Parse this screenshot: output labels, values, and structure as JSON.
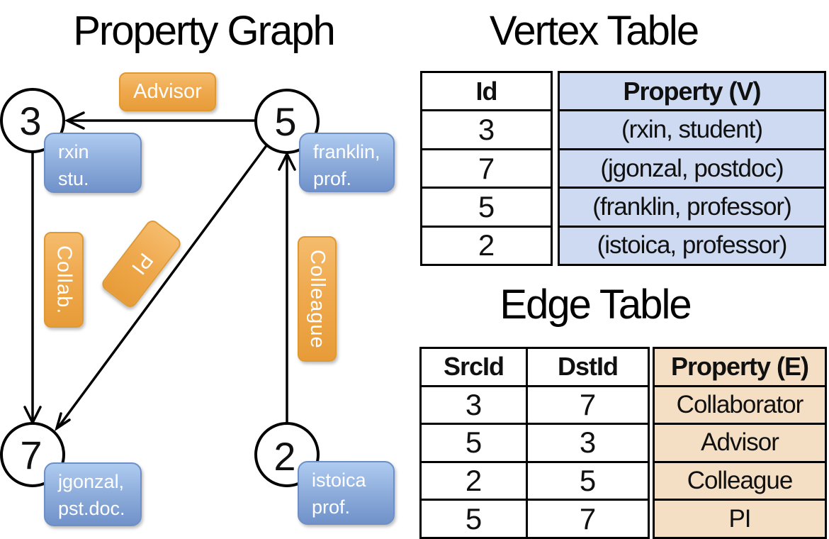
{
  "colors": {
    "orange-top": "#F5BC6D",
    "orange-mid": "#EFA94E",
    "orange-bottom": "#E79C38",
    "orange-border": "#DE9934",
    "blue-top": "#AECBF0",
    "blue-mid": "#8FAEDC",
    "blue-bottom": "#7092CA",
    "blue-border": "#6E8FC5",
    "vertex-cell-bg": "#CDDAF1",
    "edge-cell-bg": "#F5DFC4",
    "line": "#000000"
  },
  "graph": {
    "title": "Property Graph",
    "nodes": [
      {
        "id": "3"
      },
      {
        "id": "5"
      },
      {
        "id": "7"
      },
      {
        "id": "2"
      }
    ],
    "properties": [
      {
        "line1": "rxin",
        "line2": "stu."
      },
      {
        "line1": "franklin,",
        "line2": "prof."
      },
      {
        "line1": "jgonzal,",
        "line2": "pst.doc."
      },
      {
        "line1": "istoica",
        "line2": "prof."
      }
    ],
    "edge_labels": {
      "advisor": "Advisor",
      "collab": "Collab.",
      "pi": "PI",
      "colleague": "Colleague"
    }
  },
  "vertex_table": {
    "title": "Vertex Table",
    "headers": {
      "id": "Id",
      "property": "Property (V)"
    },
    "rows": [
      {
        "id": "3",
        "property": "(rxin, student)"
      },
      {
        "id": "7",
        "property": "(jgonzal, postdoc)"
      },
      {
        "id": "5",
        "property": "(franklin, professor)"
      },
      {
        "id": "2",
        "property": "(istoica, professor)"
      }
    ]
  },
  "edge_table": {
    "title": "Edge Table",
    "headers": {
      "src": "SrcId",
      "dst": "DstId",
      "property": "Property (E)"
    },
    "rows": [
      {
        "src": "3",
        "dst": "7",
        "property": "Collaborator"
      },
      {
        "src": "5",
        "dst": "3",
        "property": "Advisor"
      },
      {
        "src": "2",
        "dst": "5",
        "property": "Colleague"
      },
      {
        "src": "5",
        "dst": "7",
        "property": "PI"
      }
    ]
  }
}
